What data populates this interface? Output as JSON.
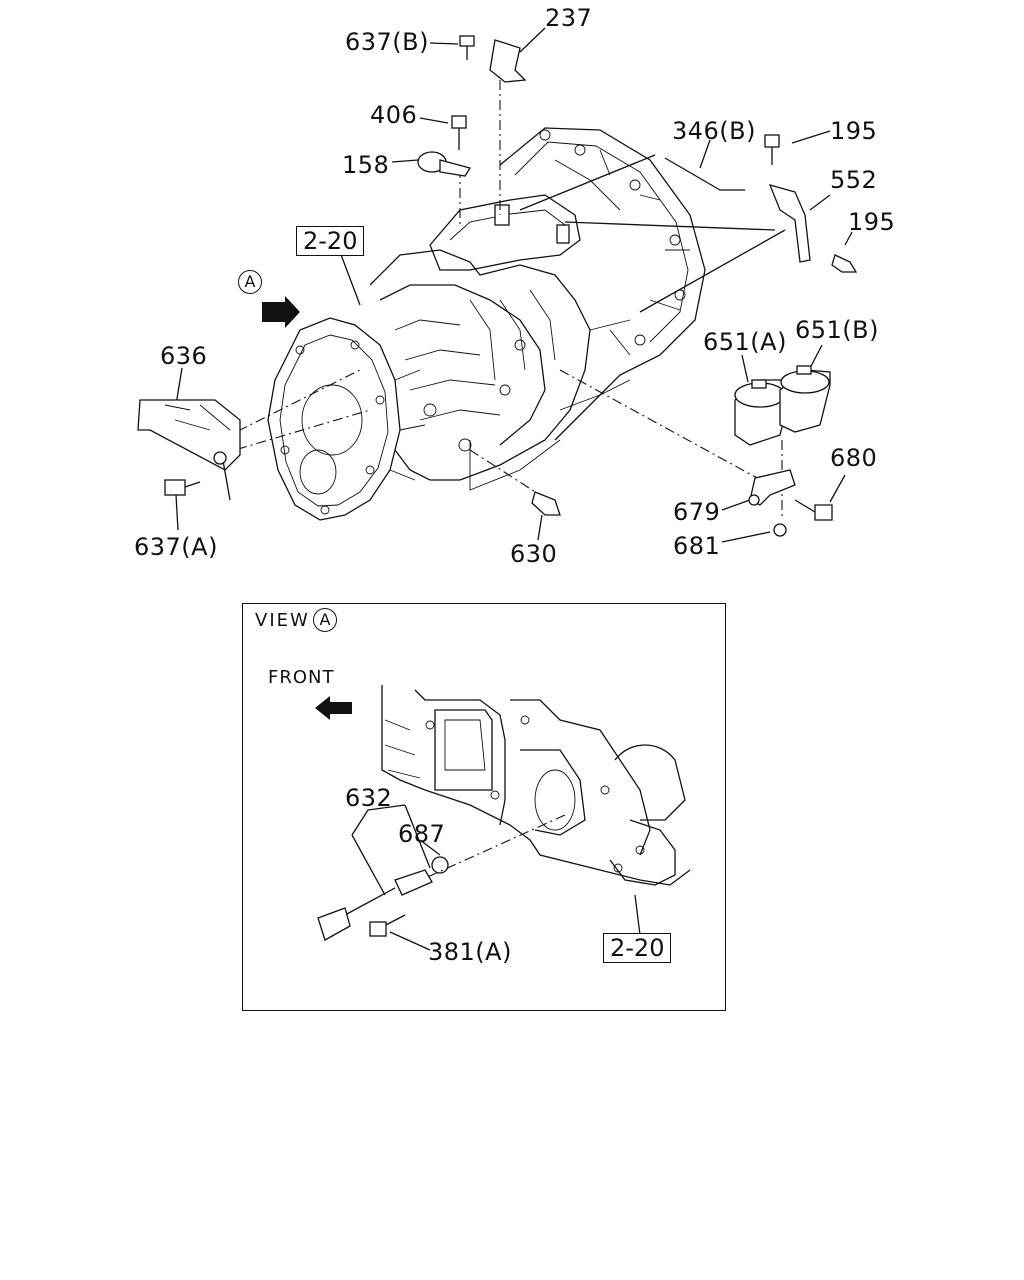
{
  "labels": {
    "p637b": "637(B)",
    "p237": "237",
    "p406": "406",
    "p158": "158",
    "p346b": "346(B)",
    "p195a": "195",
    "p552": "552",
    "p195b": "195",
    "p636": "636",
    "p651a": "651(A)",
    "p651b": "651(B)",
    "p680": "680",
    "p679": "679",
    "p681": "681",
    "p637a": "637(A)",
    "p630": "630",
    "p632": "632",
    "p687": "687",
    "p381a": "381(A)"
  },
  "refs": {
    "main": "2-20",
    "view": "2-20"
  },
  "view_marker": "A",
  "view_title": "VIEW",
  "view_title_marker": "A",
  "front_label": "FRONT"
}
